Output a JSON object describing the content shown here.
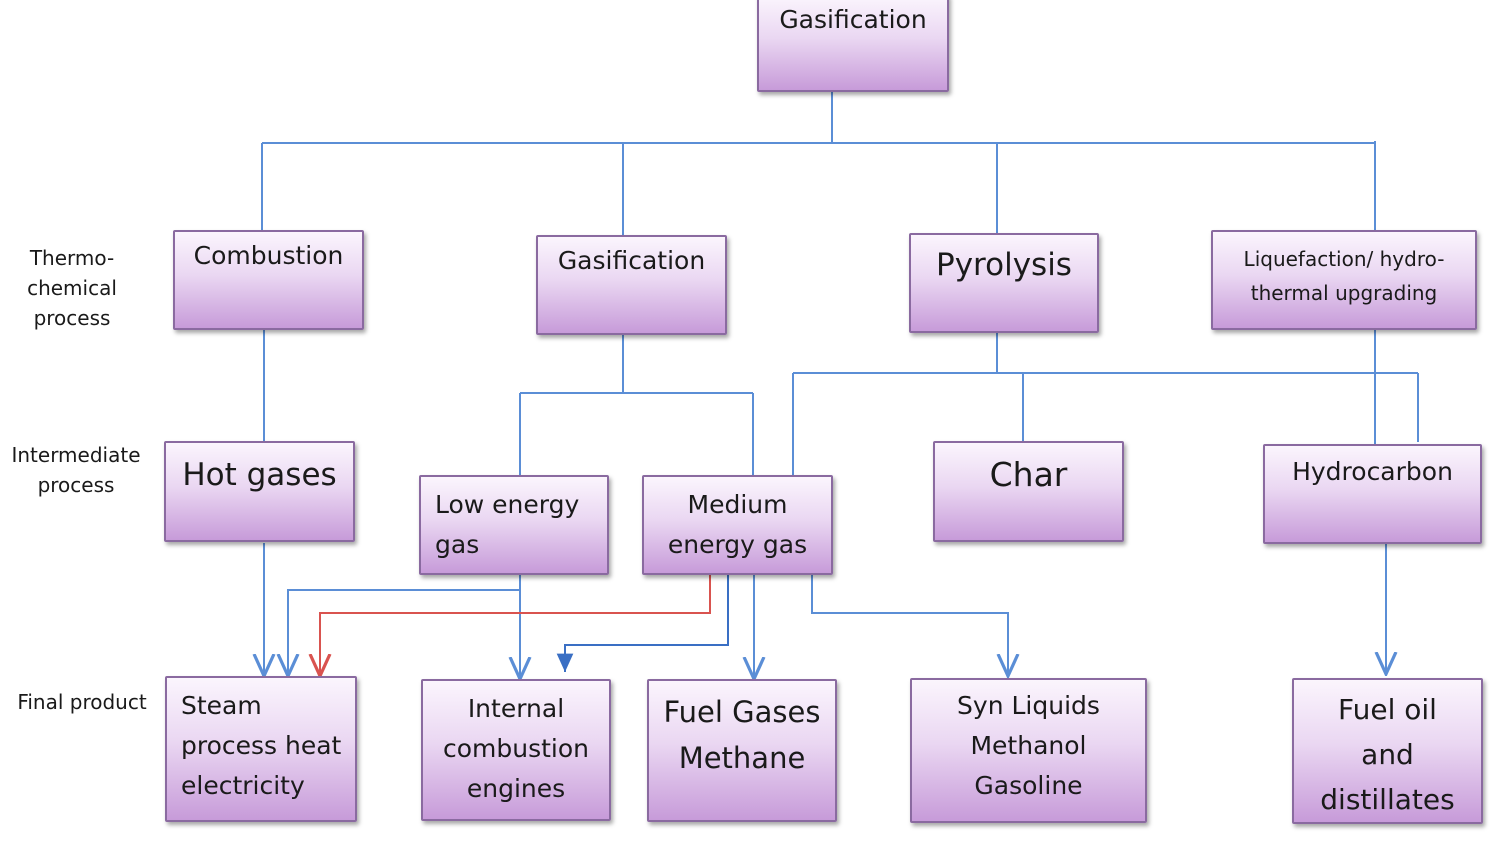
{
  "colors": {
    "line": "#5b8ed6",
    "highlight_line": "#d9534f"
  },
  "row_labels": {
    "thermochemical": [
      "Thermo-",
      "chemical",
      "process"
    ],
    "intermediate": [
      "Intermediate",
      "process"
    ],
    "final": [
      "Final product"
    ]
  },
  "boxes": {
    "root": [
      "Gasification"
    ],
    "combustion": [
      "Combustion"
    ],
    "gasification": [
      "Gasification"
    ],
    "pyrolysis": [
      "Pyrolysis"
    ],
    "liquefaction": [
      "Liquefaction/ hydro-",
      "thermal upgrading"
    ],
    "hot_gases": [
      "Hot gases"
    ],
    "low_energy_gas": [
      "Low energy",
      "gas"
    ],
    "medium_energy_gas": [
      "Medium",
      "energy gas"
    ],
    "char": [
      "Char"
    ],
    "hydrocarbon": [
      "Hydrocarbon"
    ],
    "steam": [
      "Steam",
      "process heat",
      "electricity"
    ],
    "ic_engines": [
      "Internal",
      "combustion",
      "engines"
    ],
    "fuel_gases": [
      "Fuel Gases",
      "Methane"
    ],
    "syn_liquids": [
      "Syn Liquids",
      "Methanol",
      "Gasoline"
    ],
    "fuel_oil": [
      "Fuel oil",
      "and",
      "distillates"
    ]
  }
}
